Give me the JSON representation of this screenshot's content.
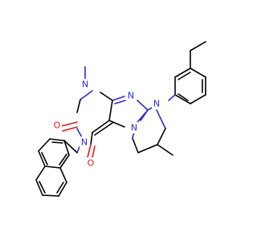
{
  "molecule": {
    "atom_labels": {
      "n1": "N",
      "n3": "N",
      "n7": "N",
      "n9": "N",
      "n10": "N",
      "o2": "O",
      "o4": "O"
    },
    "colors": {
      "carbon": "#000000",
      "nitrogen": "#2b2bd6",
      "oxygen": "#e01b1b",
      "background": "#ffffff"
    }
  }
}
